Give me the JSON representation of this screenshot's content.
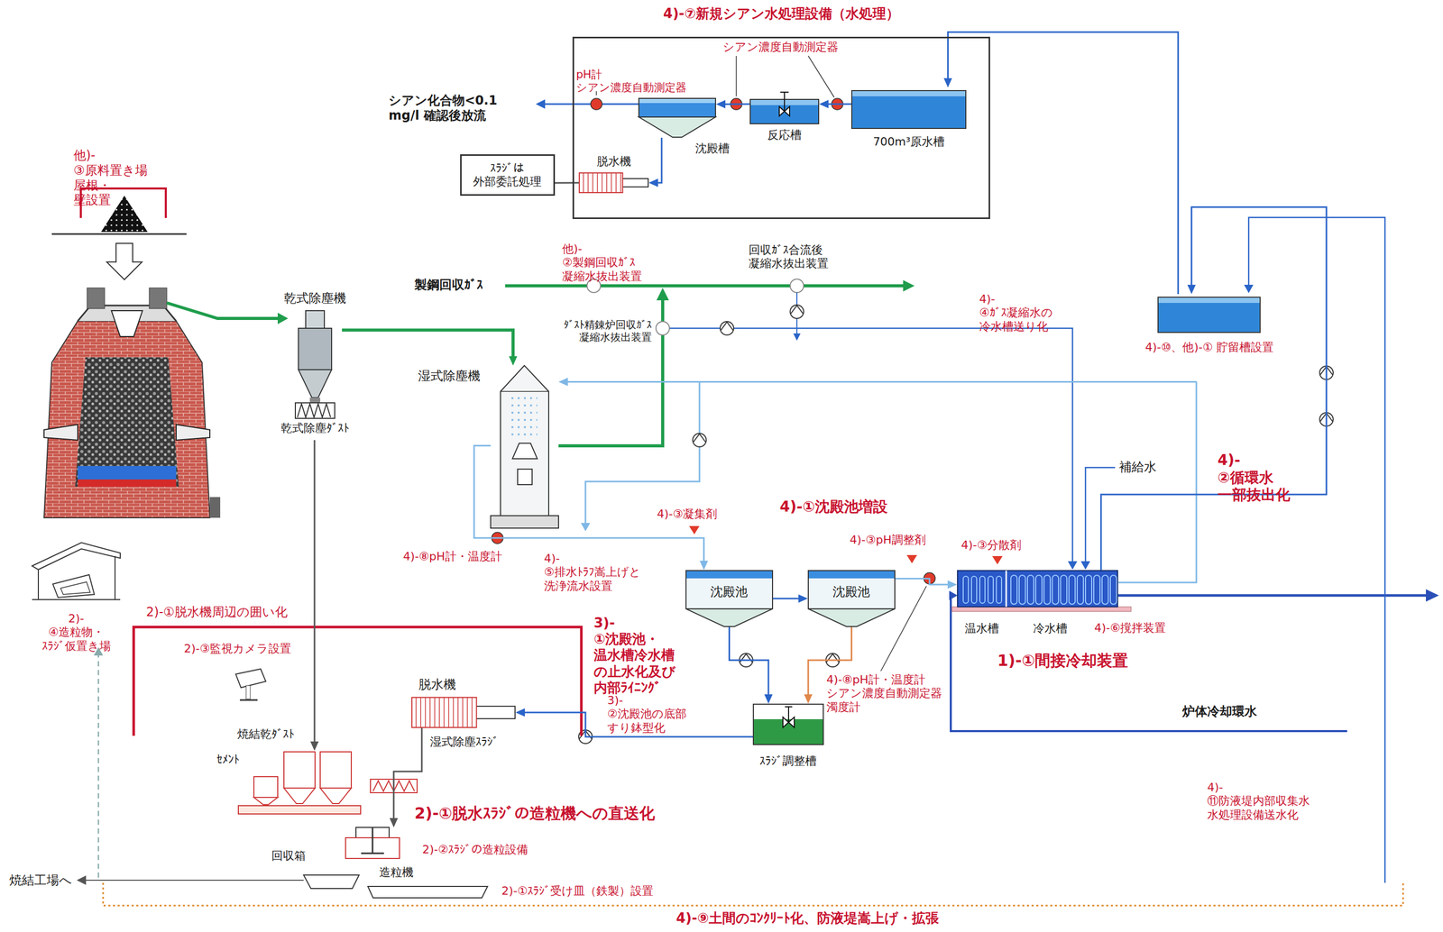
{
  "diagram": {
    "nodes": [
      {
        "text": [
          "4)-⑦新規シアン水処理設備（水処理）"
        ]
      },
      {
        "text": [
          "脱水機"
        ],
        "in": 0
      },
      {
        "text": [
          "沈殿槽"
        ],
        "in": 0
      },
      {
        "text": [
          "反応槽"
        ],
        "in": 0
      },
      {
        "text": [
          "700m³原水槽"
        ],
        "in": 0
      },
      {
        "text": [
          "ｽﾗｼﾞは 外部委託処理"
        ]
      },
      {
        "text": [
          "乾式除塵機",
          "乾式除塵ﾀﾞｽﾄ"
        ]
      },
      {
        "text": [
          "湿式除塵機"
        ]
      },
      {
        "text": [
          "4)-⑩、他)-① 貯留槽設置"
        ]
      },
      {
        "text": [
          "沈殿池"
        ]
      },
      {
        "text": [
          "沈殿池"
        ]
      },
      {
        "text": [
          "温水槽",
          "冷水槽"
        ]
      },
      {
        "text": [
          "ｽﾗｼﾞ調整槽"
        ]
      },
      {
        "text": [
          "脱水機"
        ]
      },
      {
        "text": [
          "焼結乾ﾀﾞｽﾄ",
          "ｾﾒﾝﾄ"
        ]
      },
      {
        "text": [
          "造粒機"
        ]
      },
      {
        "text": [
          "2)-④造粒物・ ｽﾗｼﾞ仮置き場"
        ]
      }
    ],
    "edges": [
      {
        "from": 6,
        "to": 7,
        "arrow": "to"
      },
      {
        "from": 7,
        "to": 9,
        "arrow": "to"
      },
      {
        "from": 9,
        "to": 10,
        "arrow": "to"
      },
      {
        "from": 10,
        "to": 11,
        "arrow": "to"
      },
      {
        "from": 9,
        "to": 12,
        "arrow": "to"
      },
      {
        "from": 10,
        "to": 12,
        "arrow": "to"
      },
      {
        "from": 12,
        "to": 13,
        "arrow": "to"
      },
      {
        "from": 11,
        "to": 7,
        "arrow": "to"
      },
      {
        "from": 11,
        "to": 8,
        "arrow": "to"
      },
      {
        "from": 8,
        "to": 4,
        "arrow": "to"
      },
      {
        "from": 4,
        "to": 3,
        "arrow": "to"
      },
      {
        "from": 3,
        "to": 2,
        "arrow": "to"
      },
      {
        "from": 2,
        "to": 1,
        "arrow": "to"
      },
      {
        "from": 1,
        "to": 5,
        "arrow": "none"
      },
      {
        "from": 6,
        "to": 14,
        "arrow": "to"
      },
      {
        "from": 13,
        "to": 15,
        "arrow": "to"
      }
    ],
    "labels": [
      "他)-③原料置き場 屋根・壁設置",
      "pH計 シアン濃度自動測定器",
      "シアン濃度自動測定器",
      "シアン化合物<0.1 mg/l 確認後放流",
      "他)-②製鋼回収ｶﾞｽ 凝縮水抜出装置",
      "製鋼回収ｶﾞｽ",
      "回収ｶﾞｽ合流後 凝縮水抜出装置",
      "ﾀﾞｽﾄ精錬炉回収ｶﾞｽ 凝縮水抜出装置",
      "4)-④ｶﾞｽ凝縮水の 冷水槽送り化",
      "補給水",
      "4)-②循環水 一部抜出化",
      "4)-①沈殿池増設",
      "4)-③凝集剤",
      "4)-③pH調整剤",
      "4)-③分散剤",
      "4)-⑧pH計・温度計",
      "4)-⑤排水ﾄﾗﾌ嵩上げと 洗浄流水設置",
      "4)-⑥撹拌装置",
      "1)-①間接冷却装置",
      "3)-①沈殿池・ 温水槽冷水槽 の止水化及び 内部ﾗｲﾆﾝｸﾞ",
      "4)-⑧pH計・温度計 シアン濃度自動測定器 濁度計",
      "炉体冷却環水",
      "2)-①脱水機周辺の囲い化",
      "2)-③監視カメラ設置",
      "湿式除塵ｽﾗｼﾞ",
      "3)-②沈殿池の底部 すり鉢型化",
      "2)-①脱水ｽﾗｼﾞの造粒機への直送化",
      "2)-②ｽﾗｼﾞの造粒設備",
      "回収箱",
      "焼結工場へ",
      "2)-①ｽﾗｼﾞ受け皿（鉄製）設置",
      "4)-⑨土間のｺﾝｸﾘｰﾄ化、防液堤嵩上げ・拡張",
      "4)-⑪防液堤内部収集水 水処理設備送水化"
    ]
  }
}
